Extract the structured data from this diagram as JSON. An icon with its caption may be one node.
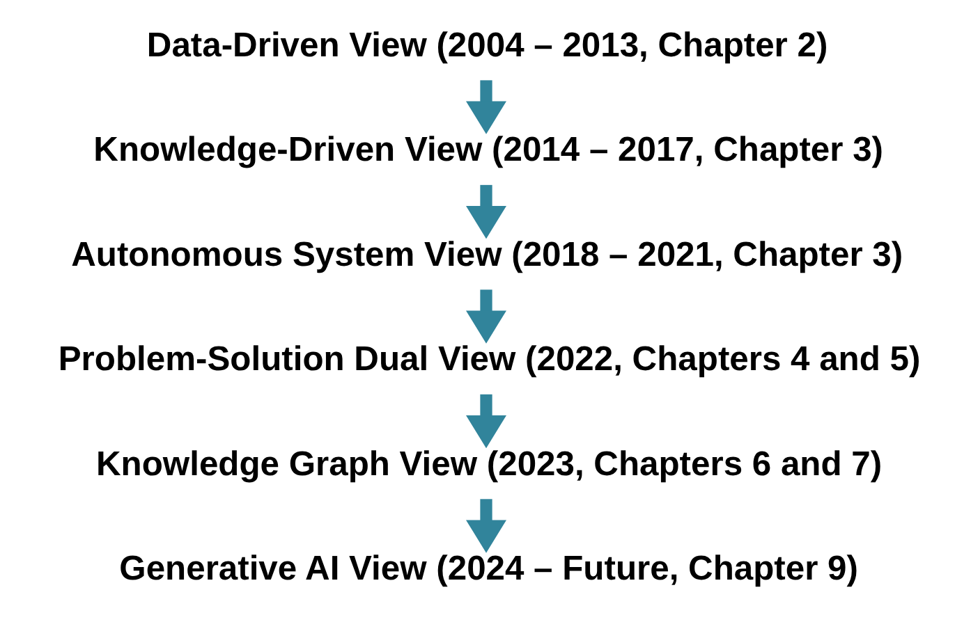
{
  "diagram": {
    "nodes": [
      {
        "text": [
          "Data-Driven View (2004 – 2013, Chapter 2)"
        ]
      },
      {
        "text": [
          "Knowledge-Driven View (2014 – 2017, Chapter 3)"
        ]
      },
      {
        "text": [
          "Autonomous System View (2018 – 2021, Chapter 3)"
        ]
      },
      {
        "text": [
          "Problem-Solution Dual View (2022, Chapters 4 and 5)"
        ]
      },
      {
        "text": [
          "Knowledge Graph View (2023, Chapters 6 and 7)"
        ]
      },
      {
        "text": [
          "Generative AI View (2024 – Future, Chapter 9)"
        ]
      }
    ],
    "edges": [
      {
        "from": 0,
        "to": 1,
        "arrow": "to"
      },
      {
        "from": 1,
        "to": 2,
        "arrow": "to"
      },
      {
        "from": 2,
        "to": 3,
        "arrow": "to"
      },
      {
        "from": 3,
        "to": 4,
        "arrow": "to"
      },
      {
        "from": 4,
        "to": 5,
        "arrow": "to"
      }
    ]
  }
}
